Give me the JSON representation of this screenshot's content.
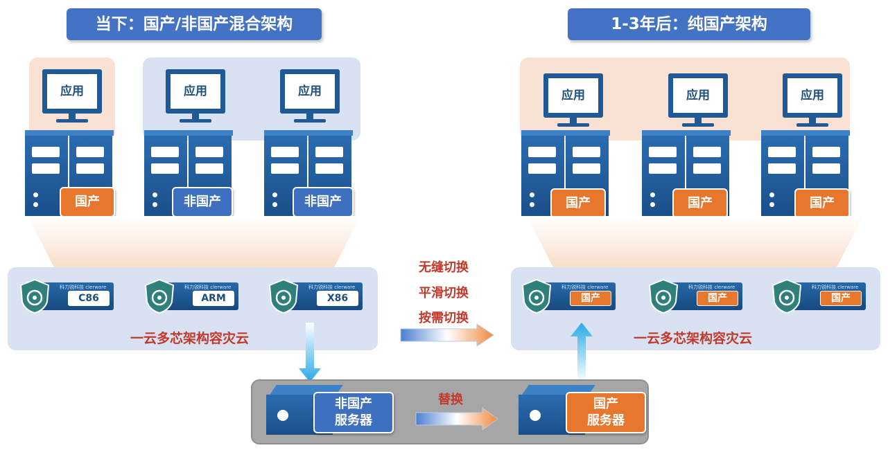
{
  "left": {
    "title": "当下：国产/非国产混合架构",
    "app_label": "应用",
    "servers": [
      {
        "tag": "国产",
        "tag_color": "orange"
      },
      {
        "tag": "非国产",
        "tag_color": "blue"
      },
      {
        "tag": "非国产",
        "tag_color": "blue"
      }
    ],
    "devices": [
      "C86",
      "ARM",
      "X86"
    ],
    "cloud_label": "一云多芯架构容灾云"
  },
  "right": {
    "title": "1-3年后：纯国产架构",
    "app_label": "应用",
    "servers": [
      {
        "tag": "国产",
        "tag_color": "orange"
      },
      {
        "tag": "国产",
        "tag_color": "orange"
      },
      {
        "tag": "国产",
        "tag_color": "orange"
      }
    ],
    "devices": [
      "国产",
      "国产",
      "国产"
    ],
    "cloud_label": "一云多芯架构容灾云"
  },
  "device_brand": "科力锐科技 clerware",
  "switch_lines": [
    "无缝切换",
    "平滑切换",
    "按需切换"
  ],
  "bottom": {
    "replace_label": "替换",
    "old_server": [
      "非国产",
      "服务器"
    ],
    "new_server": [
      "国产",
      "服务器"
    ]
  },
  "colors": {
    "title_bg": "#4472c4",
    "orange": "#e8772e",
    "tag_blue": "#3f6fbf",
    "red_text": "#c0392b",
    "server_blue": "#1f5a96"
  }
}
